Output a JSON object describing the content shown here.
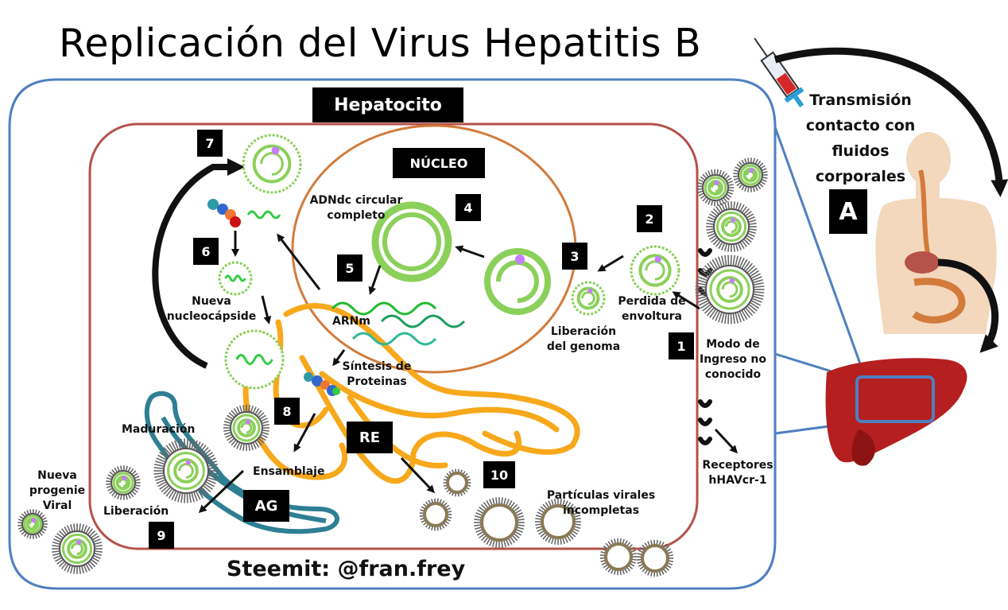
{
  "title": "Replicación del Virus Hepatitis B",
  "footer": "Steemit: @fran.frey",
  "boxes": {
    "hepatocito": "Hepatocito",
    "nucleo": "NÚCLEO",
    "re": "RE",
    "ag": "AG",
    "a": "A"
  },
  "steps": {
    "s1": "1",
    "s2": "2",
    "s3": "3",
    "s4": "4",
    "s5": "5",
    "s6": "6",
    "s7": "7",
    "s8": "8",
    "s9": "9",
    "s10": "10"
  },
  "labels": {
    "transmision": [
      "Transmisión",
      "contacto con",
      "fluidos",
      "corporales"
    ],
    "adndc": [
      "ADNdc circular",
      "completo"
    ],
    "arnm": "ARNm",
    "nueva_nucleocapside": [
      "Nueva",
      "nucleocápside"
    ],
    "sintesis": [
      "Síntesis de",
      "Proteinas"
    ],
    "liberacion_genoma": [
      "Liberación",
      "del genoma"
    ],
    "perdida": [
      "Perdida de",
      "envoltura"
    ],
    "modo_ingreso": [
      "Modo de",
      "Ingreso no",
      "conocido"
    ],
    "receptores": [
      "Receptores",
      "hHAVcr-1"
    ],
    "maduracion": "Maduración",
    "ensamblaje": "Ensamblaje",
    "nueva_progenie": [
      "Nueva",
      "progenie",
      "Viral"
    ],
    "liberacion": "Liberación",
    "particulas": [
      "Partículas virales",
      "incompletas"
    ]
  },
  "colors": {
    "cell_border": "#4f7fbf",
    "cytoplasm_border": "#b5524a",
    "nucleus_border": "#d27b3b",
    "capsid_green": "#8bd05a",
    "rna_green": "#33cc44",
    "er_orange": "#f7a81b",
    "golgi_teal": "#2e7f93",
    "liver_red": "#b51f1f",
    "spike": "#666666"
  }
}
